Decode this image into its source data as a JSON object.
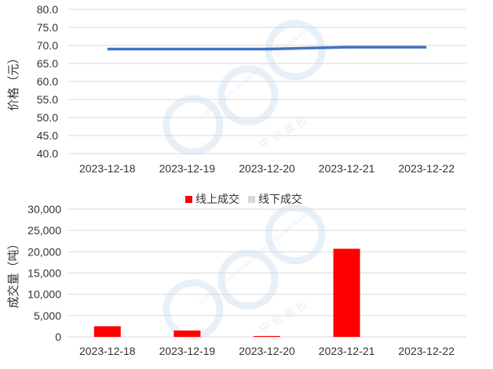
{
  "watermark": {
    "brand_en": "SinoCarbon Innovation & Investment",
    "brand_zh": "中 创 碳 投"
  },
  "chart_data": [
    {
      "type": "line",
      "ylabel": "价格（元）",
      "x": [
        "2023-12-18",
        "2023-12-19",
        "2023-12-20",
        "2023-12-21",
        "2023-12-22"
      ],
      "ylim": [
        40,
        80
      ],
      "yticks": [
        "40.0",
        "45.0",
        "50.0",
        "55.0",
        "60.0",
        "65.0",
        "70.0",
        "75.0",
        "80.0"
      ],
      "grid": true,
      "series": [
        {
          "color": "#4472C4",
          "values": [
            69.0,
            69.0,
            69.0,
            69.5,
            69.5
          ]
        }
      ]
    },
    {
      "type": "bar",
      "ylabel": "成交量（吨）",
      "categories": [
        "2023-12-18",
        "2023-12-19",
        "2023-12-20",
        "2023-12-21",
        "2023-12-22"
      ],
      "ylim": [
        0,
        30000
      ],
      "yticks": [
        "0",
        "5,000",
        "10,000",
        "15,000",
        "20,000",
        "25,000",
        "30,000"
      ],
      "grid": true,
      "legend_position": "top-center",
      "series": [
        {
          "name": "线上成交",
          "color": "#FF0000",
          "values": [
            2500,
            1500,
            200,
            20700,
            0
          ]
        },
        {
          "name": "线下成交",
          "color": "#D9D9D9",
          "values": [
            0,
            0,
            0,
            0,
            0
          ]
        }
      ]
    }
  ]
}
